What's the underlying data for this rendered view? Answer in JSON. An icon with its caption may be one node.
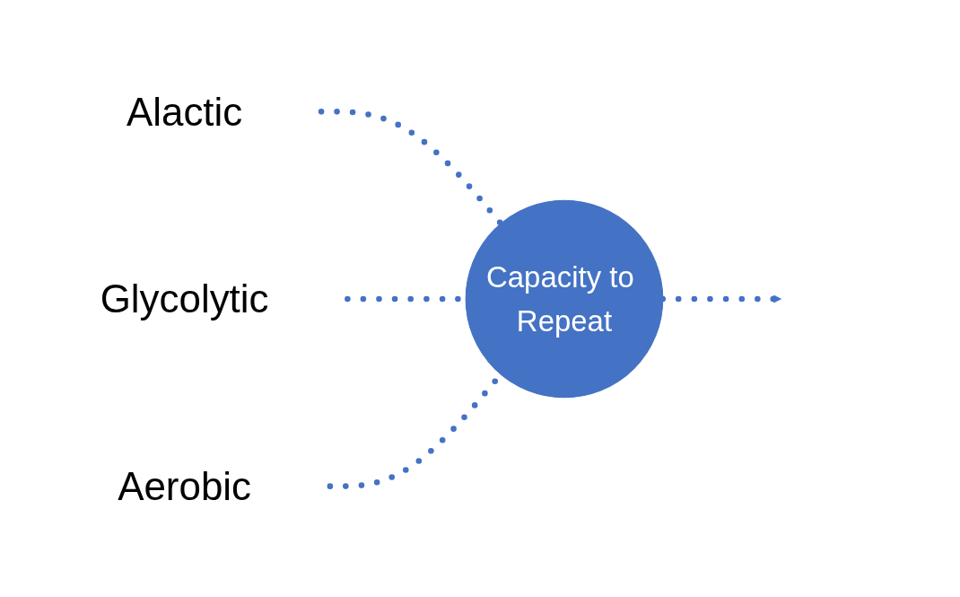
{
  "diagram": {
    "nodes": [
      {
        "text": [
          "Alactic"
        ]
      },
      {
        "text": [
          "Glycolytic"
        ]
      },
      {
        "text": [
          "Aerobic"
        ]
      },
      {
        "text": [
          "Capacity to Repeat"
        ]
      }
    ],
    "edges": [
      {
        "from": 0,
        "to": 3,
        "arrow": "none",
        "style": "dashed"
      },
      {
        "from": 1,
        "to": 3,
        "arrow": "none",
        "style": "dashed"
      },
      {
        "from": 2,
        "to": 3,
        "arrow": "none",
        "style": "dashed"
      },
      {
        "from": 3,
        "to": null,
        "arrow": "to",
        "style": "dashed"
      }
    ]
  }
}
